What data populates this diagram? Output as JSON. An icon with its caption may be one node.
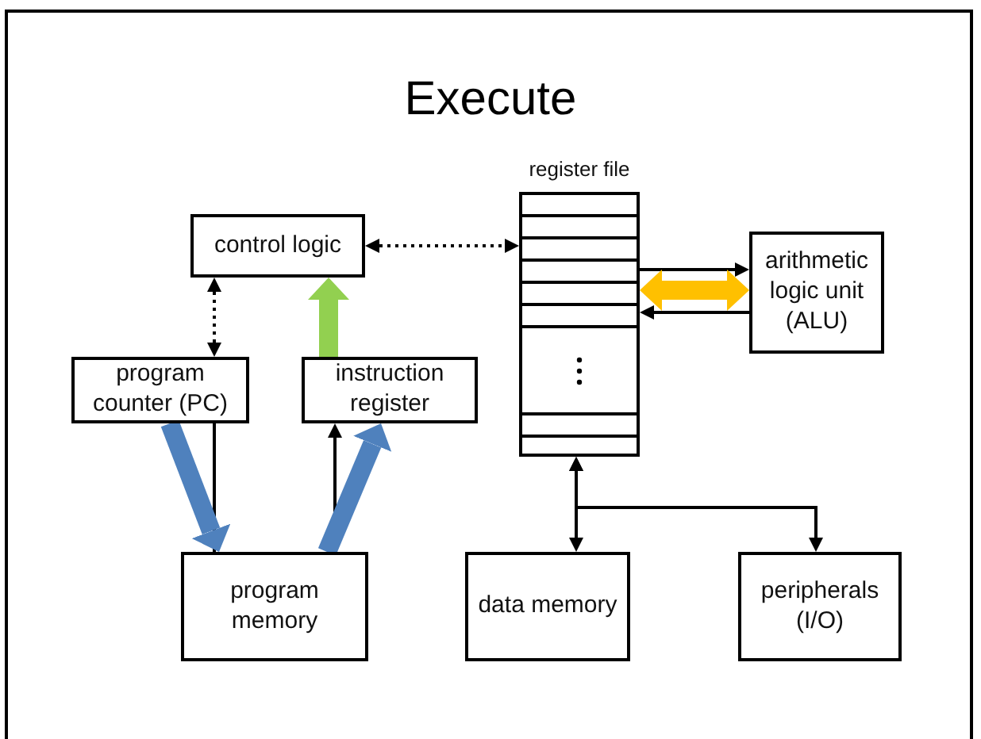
{
  "diagram": {
    "title": "Execute",
    "nodes": [
      {
        "text": [
          "control logic"
        ]
      },
      {
        "text": [
          "register file"
        ]
      },
      {
        "text": [
          "arithmetic logic unit (ALU)"
        ]
      },
      {
        "text": [
          "program counter (PC)"
        ]
      },
      {
        "text": [
          "instruction register"
        ]
      },
      {
        "text": [
          "program memory"
        ]
      },
      {
        "text": [
          "data memory"
        ]
      },
      {
        "text": [
          "peripherals (I/O)"
        ]
      }
    ],
    "edges": [
      {
        "from": 0,
        "to": 1,
        "arrow": "both",
        "style": "dashed"
      },
      {
        "from": 0,
        "to": 3,
        "arrow": "both",
        "style": "dashed"
      },
      {
        "from": 4,
        "to": 0,
        "arrow": "to",
        "style": "thick",
        "color": "#92d050"
      },
      {
        "from": 3,
        "to": 5,
        "arrow": "none"
      },
      {
        "from": 3,
        "to": 5,
        "arrow": "to",
        "style": "thick",
        "color": "#4f81bd"
      },
      {
        "from": 5,
        "to": 4,
        "arrow": "to"
      },
      {
        "from": 5,
        "to": 4,
        "arrow": "to",
        "style": "thick",
        "color": "#4f81bd"
      },
      {
        "from": 1,
        "to": 2,
        "arrow": "to"
      },
      {
        "from": 2,
        "to": 1,
        "arrow": "to"
      },
      {
        "from": 1,
        "to": 2,
        "arrow": "both",
        "style": "thick",
        "color": "#ffc000"
      },
      {
        "from": 1,
        "to": 6,
        "arrow": "both"
      },
      {
        "from": 1,
        "to": 7,
        "arrow": "both"
      }
    ]
  }
}
